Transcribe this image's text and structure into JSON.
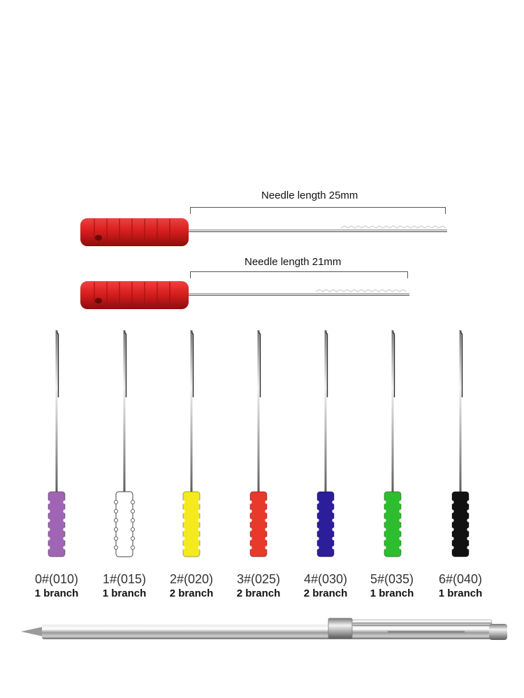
{
  "long_file": {
    "label": "Needle length 25mm",
    "handle_color": "#d81e1e"
  },
  "short_file": {
    "label": "Needle length 21mm",
    "handle_color": "#d81e1e"
  },
  "files": [
    {
      "size": "0#(010)",
      "branch": "1 branch",
      "color": "#a064b4"
    },
    {
      "size": "1#(015)",
      "branch": "1 branch",
      "color": "#ffffff"
    },
    {
      "size": "2#(020)",
      "branch": "2 branch",
      "color": "#f5ea1e"
    },
    {
      "size": "3#(025)",
      "branch": "2 branch",
      "color": "#e8392c"
    },
    {
      "size": "4#(030)",
      "branch": "2 branch",
      "color": "#2c1e9a"
    },
    {
      "size": "5#(035)",
      "branch": "1 branch",
      "color": "#2ebd2e"
    },
    {
      "size": "6#(040)",
      "branch": "1 branch",
      "color": "#111111"
    }
  ]
}
